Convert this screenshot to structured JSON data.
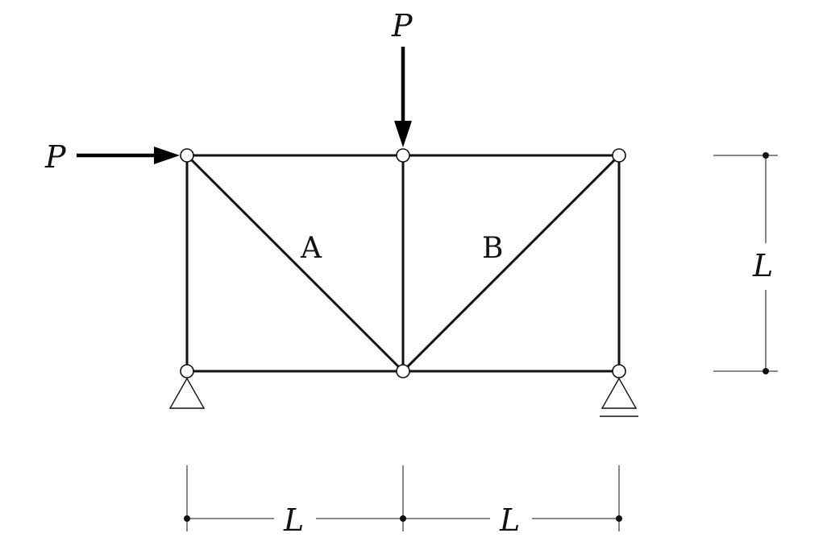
{
  "diagram": {
    "type": "truss",
    "loads": {
      "horizontal": "P",
      "vertical": "P"
    },
    "members": {
      "diagonal_left": "A",
      "diagonal_right": "B"
    },
    "dimensions": {
      "height": "L",
      "bay_left": "L",
      "bay_right": "L"
    },
    "supports": {
      "left": "pin",
      "right": "roller"
    }
  }
}
